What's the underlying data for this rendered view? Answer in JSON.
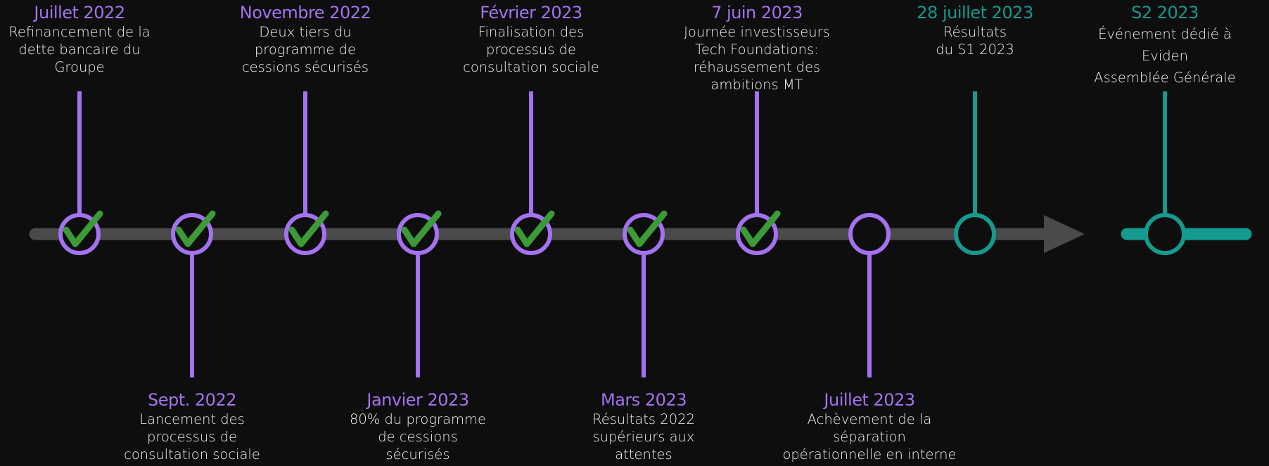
{
  "colors": {
    "background": "#0e0e0e",
    "past": "#a472f0",
    "future": "#149a8e",
    "check": "#3c9a37",
    "axis": "#4a4a4a",
    "text": "#f2f2f2"
  },
  "events": [
    {
      "date": "Juillet 2022",
      "desc": [
        "Refinancement de la",
        "dette bancaire du",
        "Groupe"
      ],
      "position": "top",
      "status": "done",
      "tone": "past"
    },
    {
      "date": "Sept. 2022",
      "desc": [
        "Lancement des",
        "processus de",
        "consultation sociale"
      ],
      "position": "bottom",
      "status": "done",
      "tone": "past"
    },
    {
      "date": "Novembre 2022",
      "desc": [
        "Deux tiers du",
        "programme de",
        "cessions sécurisés"
      ],
      "position": "top",
      "status": "done",
      "tone": "past"
    },
    {
      "date": "Janvier 2023",
      "desc": [
        "80% du programme",
        "de cessions",
        "sécurisés"
      ],
      "position": "bottom",
      "status": "done",
      "tone": "past"
    },
    {
      "date": "Février 2023",
      "desc": [
        "Finalisation des",
        "processus de",
        "consultation sociale"
      ],
      "position": "top",
      "status": "done",
      "tone": "past"
    },
    {
      "date": "Mars 2023",
      "desc": [
        "Résultats 2022",
        "supérieurs aux",
        "attentes"
      ],
      "position": "bottom",
      "status": "done",
      "tone": "past"
    },
    {
      "date": "7 juin 2023",
      "desc": [
        "Journée investisseurs",
        "Tech Foundations:",
        "réhaussement des ambitions MT"
      ],
      "position": "top",
      "status": "done",
      "tone": "past"
    },
    {
      "date": "Juillet 2023",
      "desc": [
        "Achèvement de la",
        "séparation",
        "opérationnelle en interne"
      ],
      "position": "bottom",
      "status": "pending",
      "tone": "past"
    },
    {
      "date": "28 juillet 2023",
      "desc": [
        "Résultats",
        "du S1 2023"
      ],
      "position": "top",
      "status": "pending",
      "tone": "future"
    },
    {
      "date": "S2 2023",
      "desc": [
        "Événement dédié à Eviden",
        "Assemblée Générale"
      ],
      "position": "top",
      "status": "pending",
      "tone": "future"
    }
  ]
}
